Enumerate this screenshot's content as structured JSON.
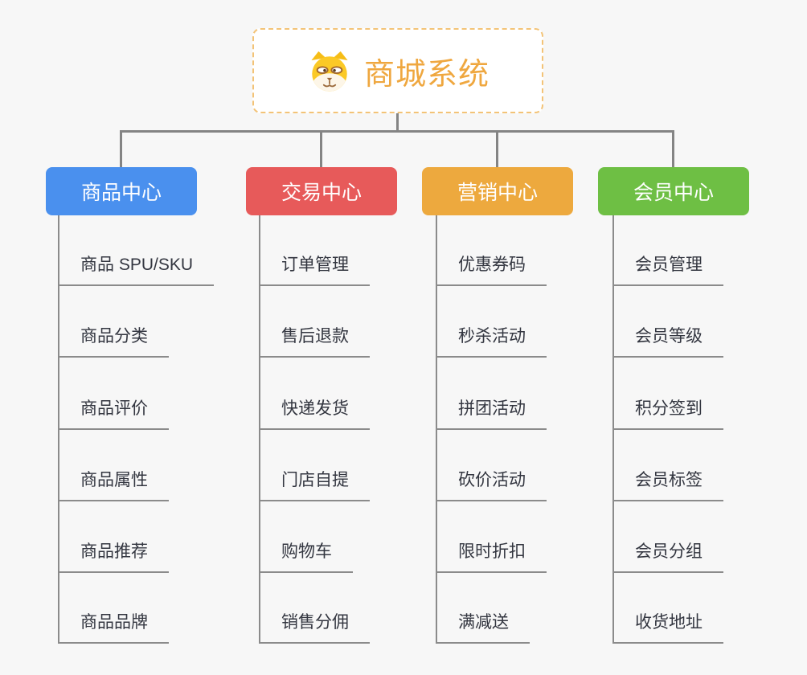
{
  "root": {
    "title": "商城系统",
    "icon": "dog-face-icon",
    "title_color": "#efa73f",
    "border_color": "#f3c377"
  },
  "colors": {
    "background": "#f7f7f7",
    "connector": "#848484",
    "leaf_line": "#8b8b8b",
    "leaf_text": "#333640"
  },
  "branches": [
    {
      "label": "商品中心",
      "color": "#4a90ee",
      "items": [
        "商品 SPU/SKU",
        "商品分类",
        "商品评价",
        "商品属性",
        "商品推荐",
        "商品品牌"
      ]
    },
    {
      "label": "交易中心",
      "color": "#e75a5a",
      "items": [
        "订单管理",
        "售后退款",
        "快递发货",
        "门店自提",
        "购物车",
        "销售分佣"
      ]
    },
    {
      "label": "营销中心",
      "color": "#eda93e",
      "items": [
        "优惠券码",
        "秒杀活动",
        "拼团活动",
        "砍价活动",
        "限时折扣",
        "满减送"
      ]
    },
    {
      "label": "会员中心",
      "color": "#6ebf44",
      "items": [
        "会员管理",
        "会员等级",
        "积分签到",
        "会员标签",
        "会员分组",
        "收货地址"
      ]
    }
  ]
}
